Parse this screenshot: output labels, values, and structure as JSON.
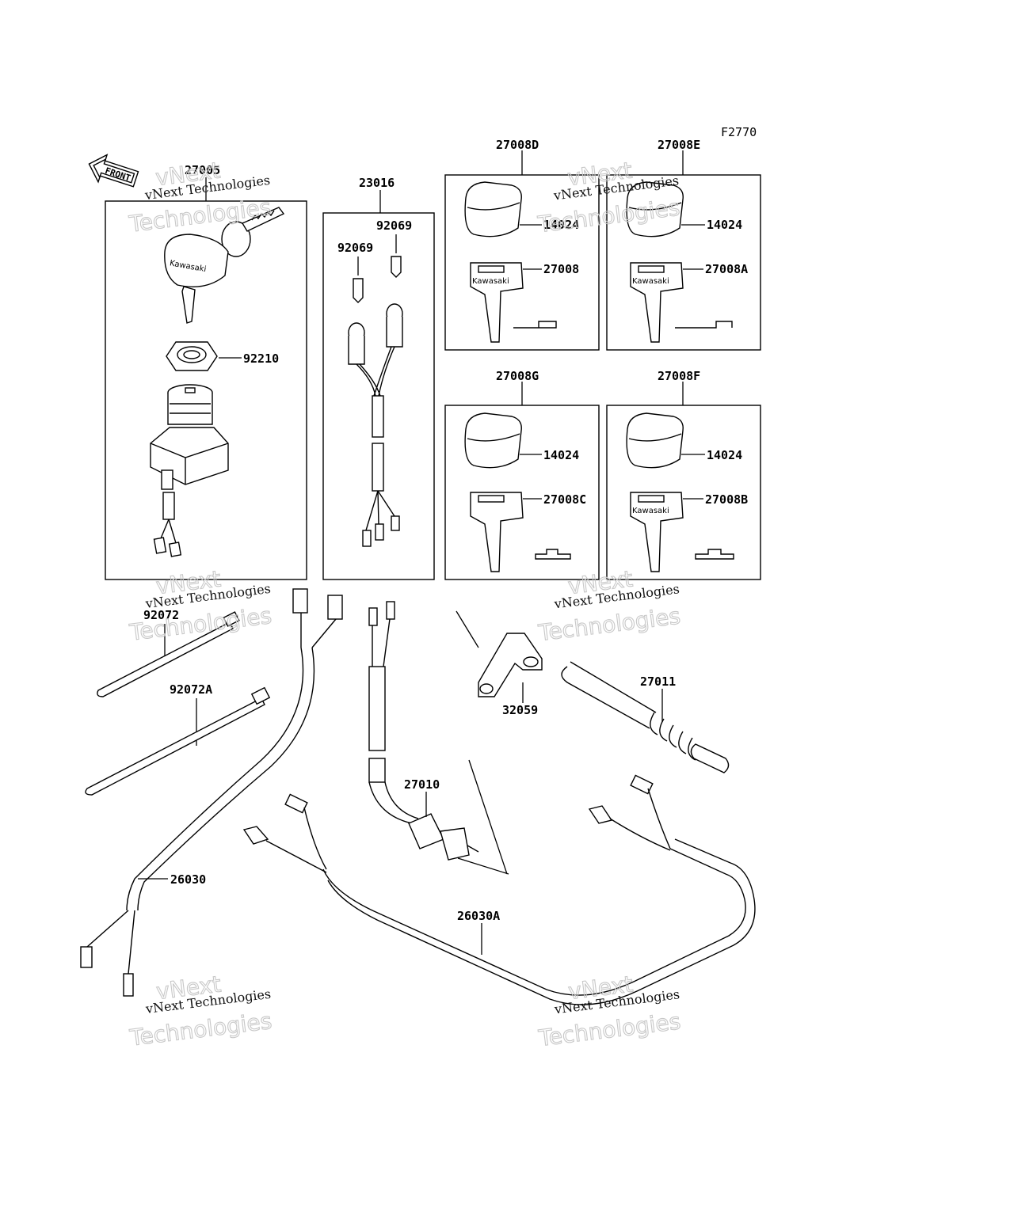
{
  "figure_code": "F2770",
  "front_label": "FRONT",
  "brand": "Kawasaki",
  "watermark": {
    "line1": "vNext Technologies",
    "line2": "Technologies",
    "line3": "vNext"
  },
  "parts": {
    "p27005": "27005",
    "p23016": "23016",
    "p92069a": "92069",
    "p92069b": "92069",
    "p92210": "92210",
    "p27008D": "27008D",
    "p27008E": "27008E",
    "p27008G": "27008G",
    "p27008F": "27008F",
    "p14024a": "14024",
    "p14024b": "14024",
    "p14024c": "14024",
    "p14024d": "14024",
    "p27008": "27008",
    "p27008A": "27008A",
    "p27008C": "27008C",
    "p27008B": "27008B",
    "p92072": "92072",
    "p92072A": "92072A",
    "p32059": "32059",
    "p27011": "27011",
    "p27010": "27010",
    "p26030": "26030",
    "p26030A": "26030A"
  }
}
